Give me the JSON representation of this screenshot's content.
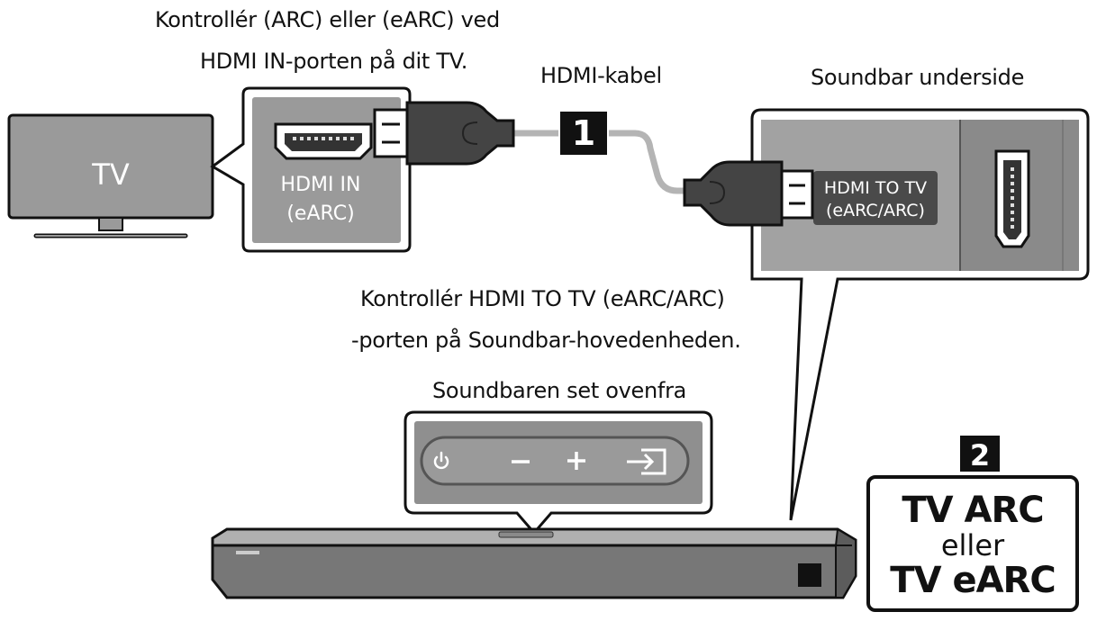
{
  "labels": {
    "tv_check_line1": "Kontrollér (ARC) eller (eARC) ved",
    "tv_check_line2": "HDMI IN-porten på dit TV.",
    "cable": "HDMI-kabel",
    "soundbar_bottom": "Soundbar underside",
    "soundbar_check_line1": "Kontrollér HDMI TO TV (eARC/ARC)",
    "soundbar_check_line2": "-porten på Soundbar-hovedenheden.",
    "soundbar_top": "Soundbaren set ovenfra"
  },
  "tv": {
    "label": "TV"
  },
  "tv_port": {
    "line1": "HDMI IN",
    "line2": "(eARC)"
  },
  "soundbar_port": {
    "line1": "HDMI TO TV",
    "line2": "(eARC/ARC)"
  },
  "steps": {
    "one": "1",
    "two": "2"
  },
  "result": {
    "line1": "TV ARC",
    "line2": "eller",
    "line3": "TV eARC"
  },
  "buttons": [
    "power-icon",
    "minus-icon",
    "plus-icon",
    "input-source-icon"
  ],
  "colors": {
    "panel": "#9a9a9a",
    "dark": "#3a3a3a",
    "cable": "#b4b4b4",
    "outline": "#111111"
  }
}
